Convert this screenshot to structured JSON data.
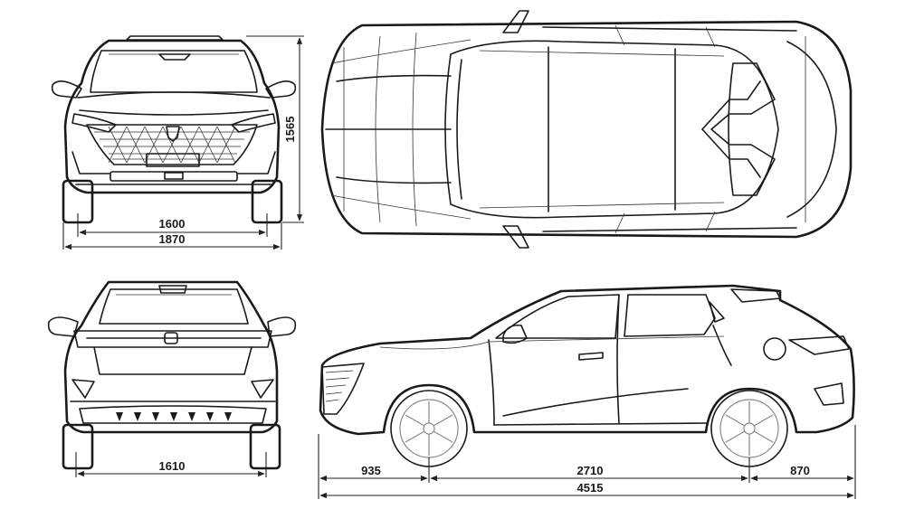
{
  "dimensions": {
    "front_track": "1600",
    "overall_width": "1870",
    "overall_height": "1565",
    "rear_track": "1610",
    "front_overhang": "935",
    "wheelbase": "2710",
    "rear_overhang": "870",
    "overall_length": "4515"
  }
}
